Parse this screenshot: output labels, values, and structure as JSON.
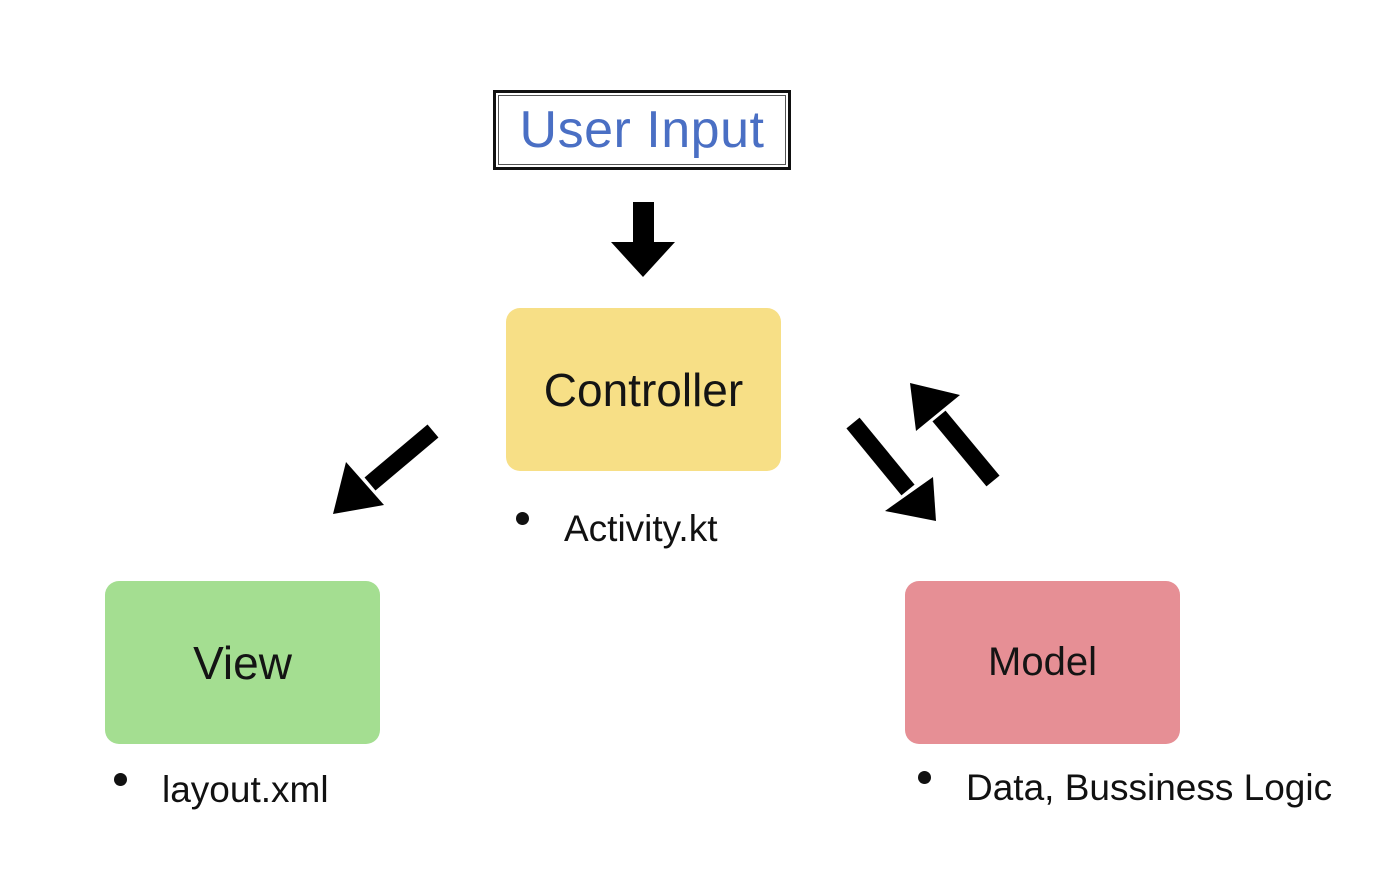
{
  "user_input": {
    "label": "User Input",
    "color": "#4a6fc4"
  },
  "controller": {
    "label": "Controller",
    "note": "Activity.kt",
    "color": "#f7df86"
  },
  "view": {
    "label": "View",
    "note": "layout.xml",
    "color": "#a4de91"
  },
  "model": {
    "label": "Model",
    "note": "Data, Bussiness Logic",
    "color": "#e68f95"
  },
  "arrows": [
    {
      "from": "user_input",
      "to": "controller",
      "icon": "arrow-down-icon"
    },
    {
      "from": "controller",
      "to": "view",
      "icon": "arrow-down-left-icon"
    },
    {
      "from": "controller",
      "to": "model",
      "icon": "arrow-down-right-icon"
    },
    {
      "from": "model",
      "to": "controller",
      "icon": "arrow-up-left-icon"
    }
  ]
}
